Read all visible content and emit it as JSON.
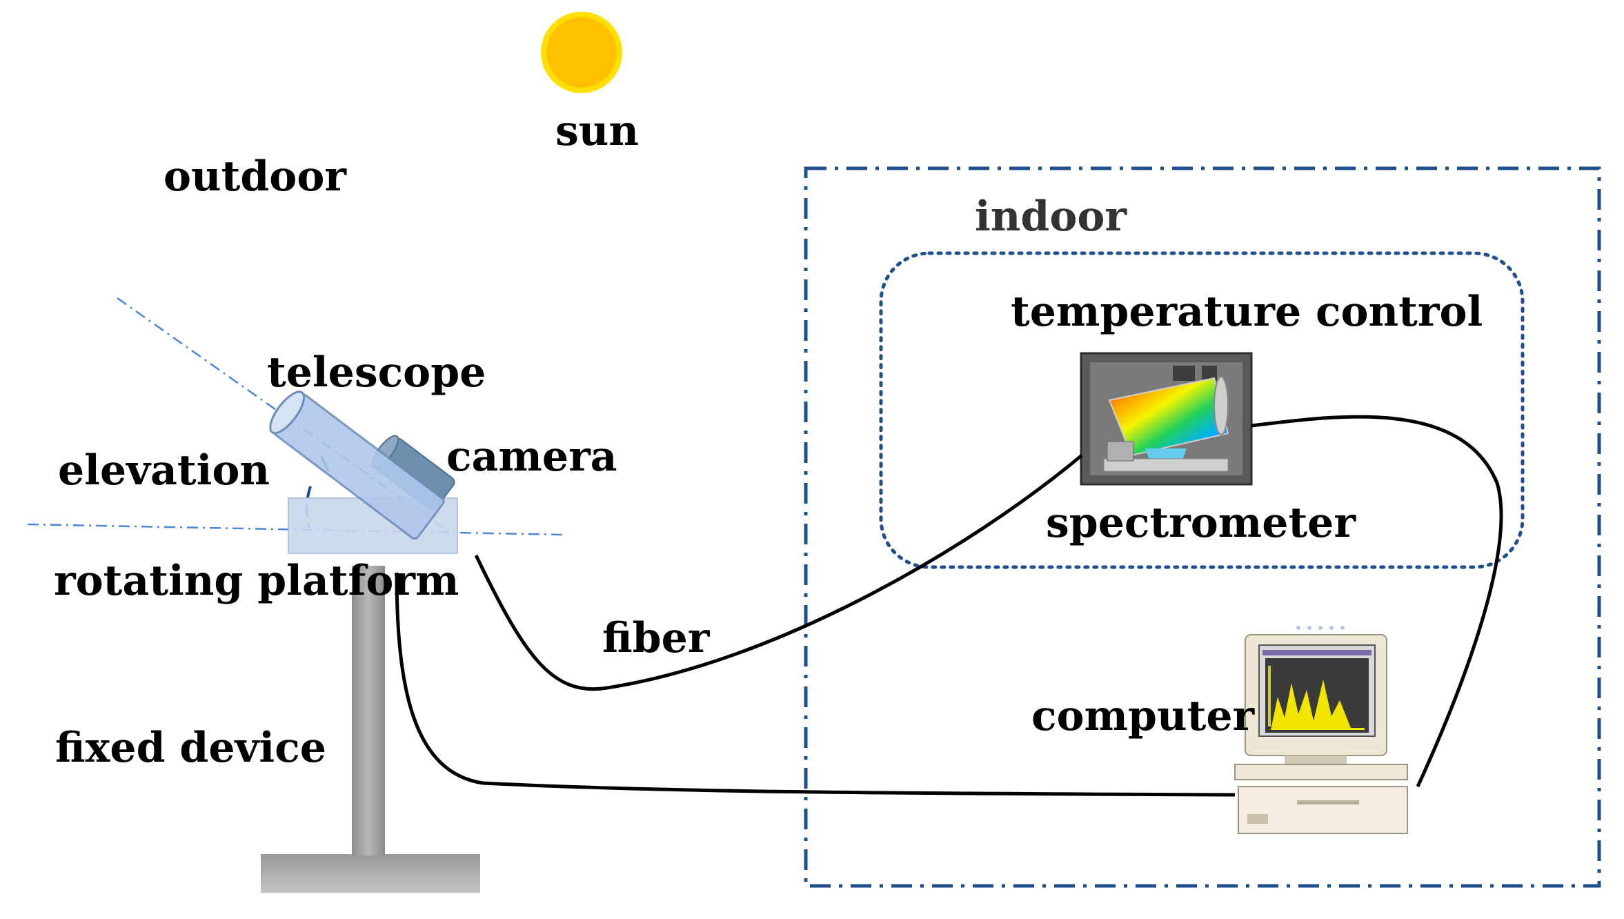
{
  "labels": {
    "sun": "sun",
    "outdoor": "outdoor",
    "indoor": "indoor",
    "telescope": "telescope",
    "camera": "camera",
    "elevation": "elevation",
    "rotating_platform": "rotating platform",
    "fixed_device": "fixed device",
    "fiber": "fiber",
    "temperature_control": "temperature control",
    "spectrometer": "spectrometer",
    "computer": "computer"
  },
  "colors": {
    "sun_fill": "#FFC000",
    "sun_ring": "#FFE000",
    "boundary_dash": "#1F4E8C",
    "axis_line": "#4A86D8",
    "telescope": "#AFC8EC",
    "camera": "#6F8FAF",
    "stand": "#A6A6A6",
    "cable": "#000000"
  }
}
